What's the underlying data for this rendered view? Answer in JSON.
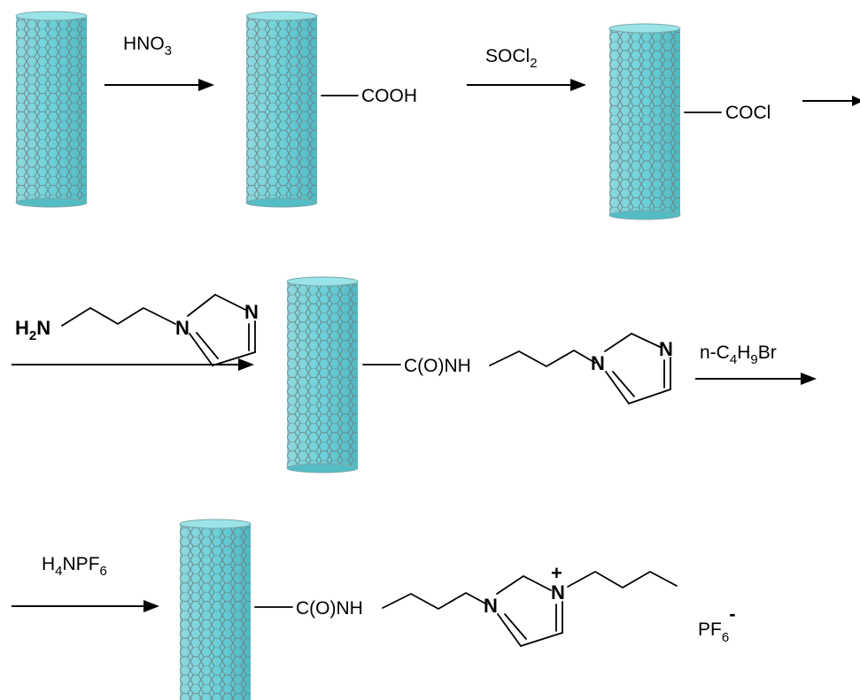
{
  "colors": {
    "nanotube_fill": "#5fd0d8",
    "nanotube_top": "#8fe6ea",
    "nanotube_mesh": "#6f7f85",
    "ink": "#000000"
  },
  "reagents": {
    "step1": {
      "base": "HNO",
      "sub": "3"
    },
    "step2": {
      "pre": "SOCl",
      "sub": "2"
    },
    "step4": {
      "pre": "n-C",
      "sub1": "4",
      "mid": "H",
      "sub2": "9",
      "post": "Br"
    },
    "step5": {
      "pre": "H",
      "sub1": "4",
      "mid": "NPF",
      "sub2": "6"
    }
  },
  "groups": {
    "cooh": "COOH",
    "cocl": "COCl",
    "amide": "C(O)NH"
  },
  "atoms": {
    "h": "H",
    "h2_sub": "2",
    "n": "N",
    "plus": "+"
  },
  "counter_ion": {
    "base": "PF",
    "sub": "6",
    "sup": "-"
  }
}
